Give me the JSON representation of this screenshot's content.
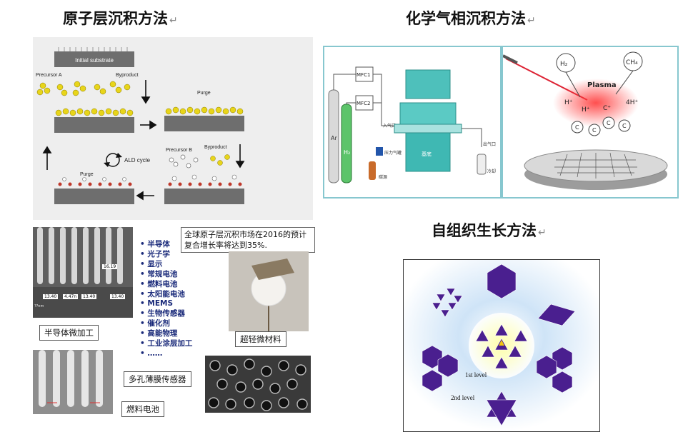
{
  "headings": {
    "ald": "原子层沉积方法",
    "cvd": "化学气相沉积方法",
    "self_assembly": "自组织生长方法",
    "return_mark": "↵"
  },
  "ald_diagram": {
    "initial_substrate": "Initial substrate",
    "precursor_a": "Precursor A",
    "byproduct_top": "Byproduct",
    "purge_right": "Purge",
    "ald_cycle": "ALD cycle",
    "precursor_b": "Precursor B",
    "byproduct_bottom": "Byproduct",
    "purge_left": "Purge"
  },
  "applications": {
    "market_note": "全球原子层沉积市场在2016的预计复合增长率将达到35%.",
    "items": [
      "半导体",
      "光子学",
      "显示",
      "常规电池",
      "燃料电池",
      "太阳能电池",
      "MEMS",
      "生物传感器",
      "催化剂",
      "高能物理",
      "工业涂层加工",
      "……"
    ],
    "caption_semiconductor": "半导体微加工",
    "caption_fuel_cell": "燃料电池",
    "caption_porous": "多孔薄膜传感器",
    "caption_aerogel": "超轻微材料",
    "sem_labels": [
      "16.19",
      "13.40",
      "4.47n",
      "13.40",
      "13.40"
    ],
    "sem_scale": "??nm"
  },
  "cvd_left": {
    "mfc1": "MFC1",
    "mfc2": "MFC2",
    "ar": "Ar",
    "h2": "H₂",
    "inlet": "入气口",
    "pressure": "压力气罐",
    "outlet": "出气口",
    "substrate": "基底",
    "cooling": "冷却",
    "source": "碳源"
  },
  "cvd_right": {
    "h2": "H₂",
    "ch4": "CH₄",
    "plasma": "Plasma",
    "h_plus_1": "H⁺",
    "h_plus_2": "H⁺",
    "c_plus": "C⁺",
    "four_h_plus": "4H⁺",
    "c_symbol": "C"
  },
  "self_assembly_diagram": {
    "level1": "1st level",
    "level2": "2nd level"
  },
  "colors": {
    "ald_panel": "#eeeeee",
    "cvd_border": "#87c7cf",
    "purple": "#4a1f8f",
    "cvd_teal": "#3fb8b3"
  }
}
